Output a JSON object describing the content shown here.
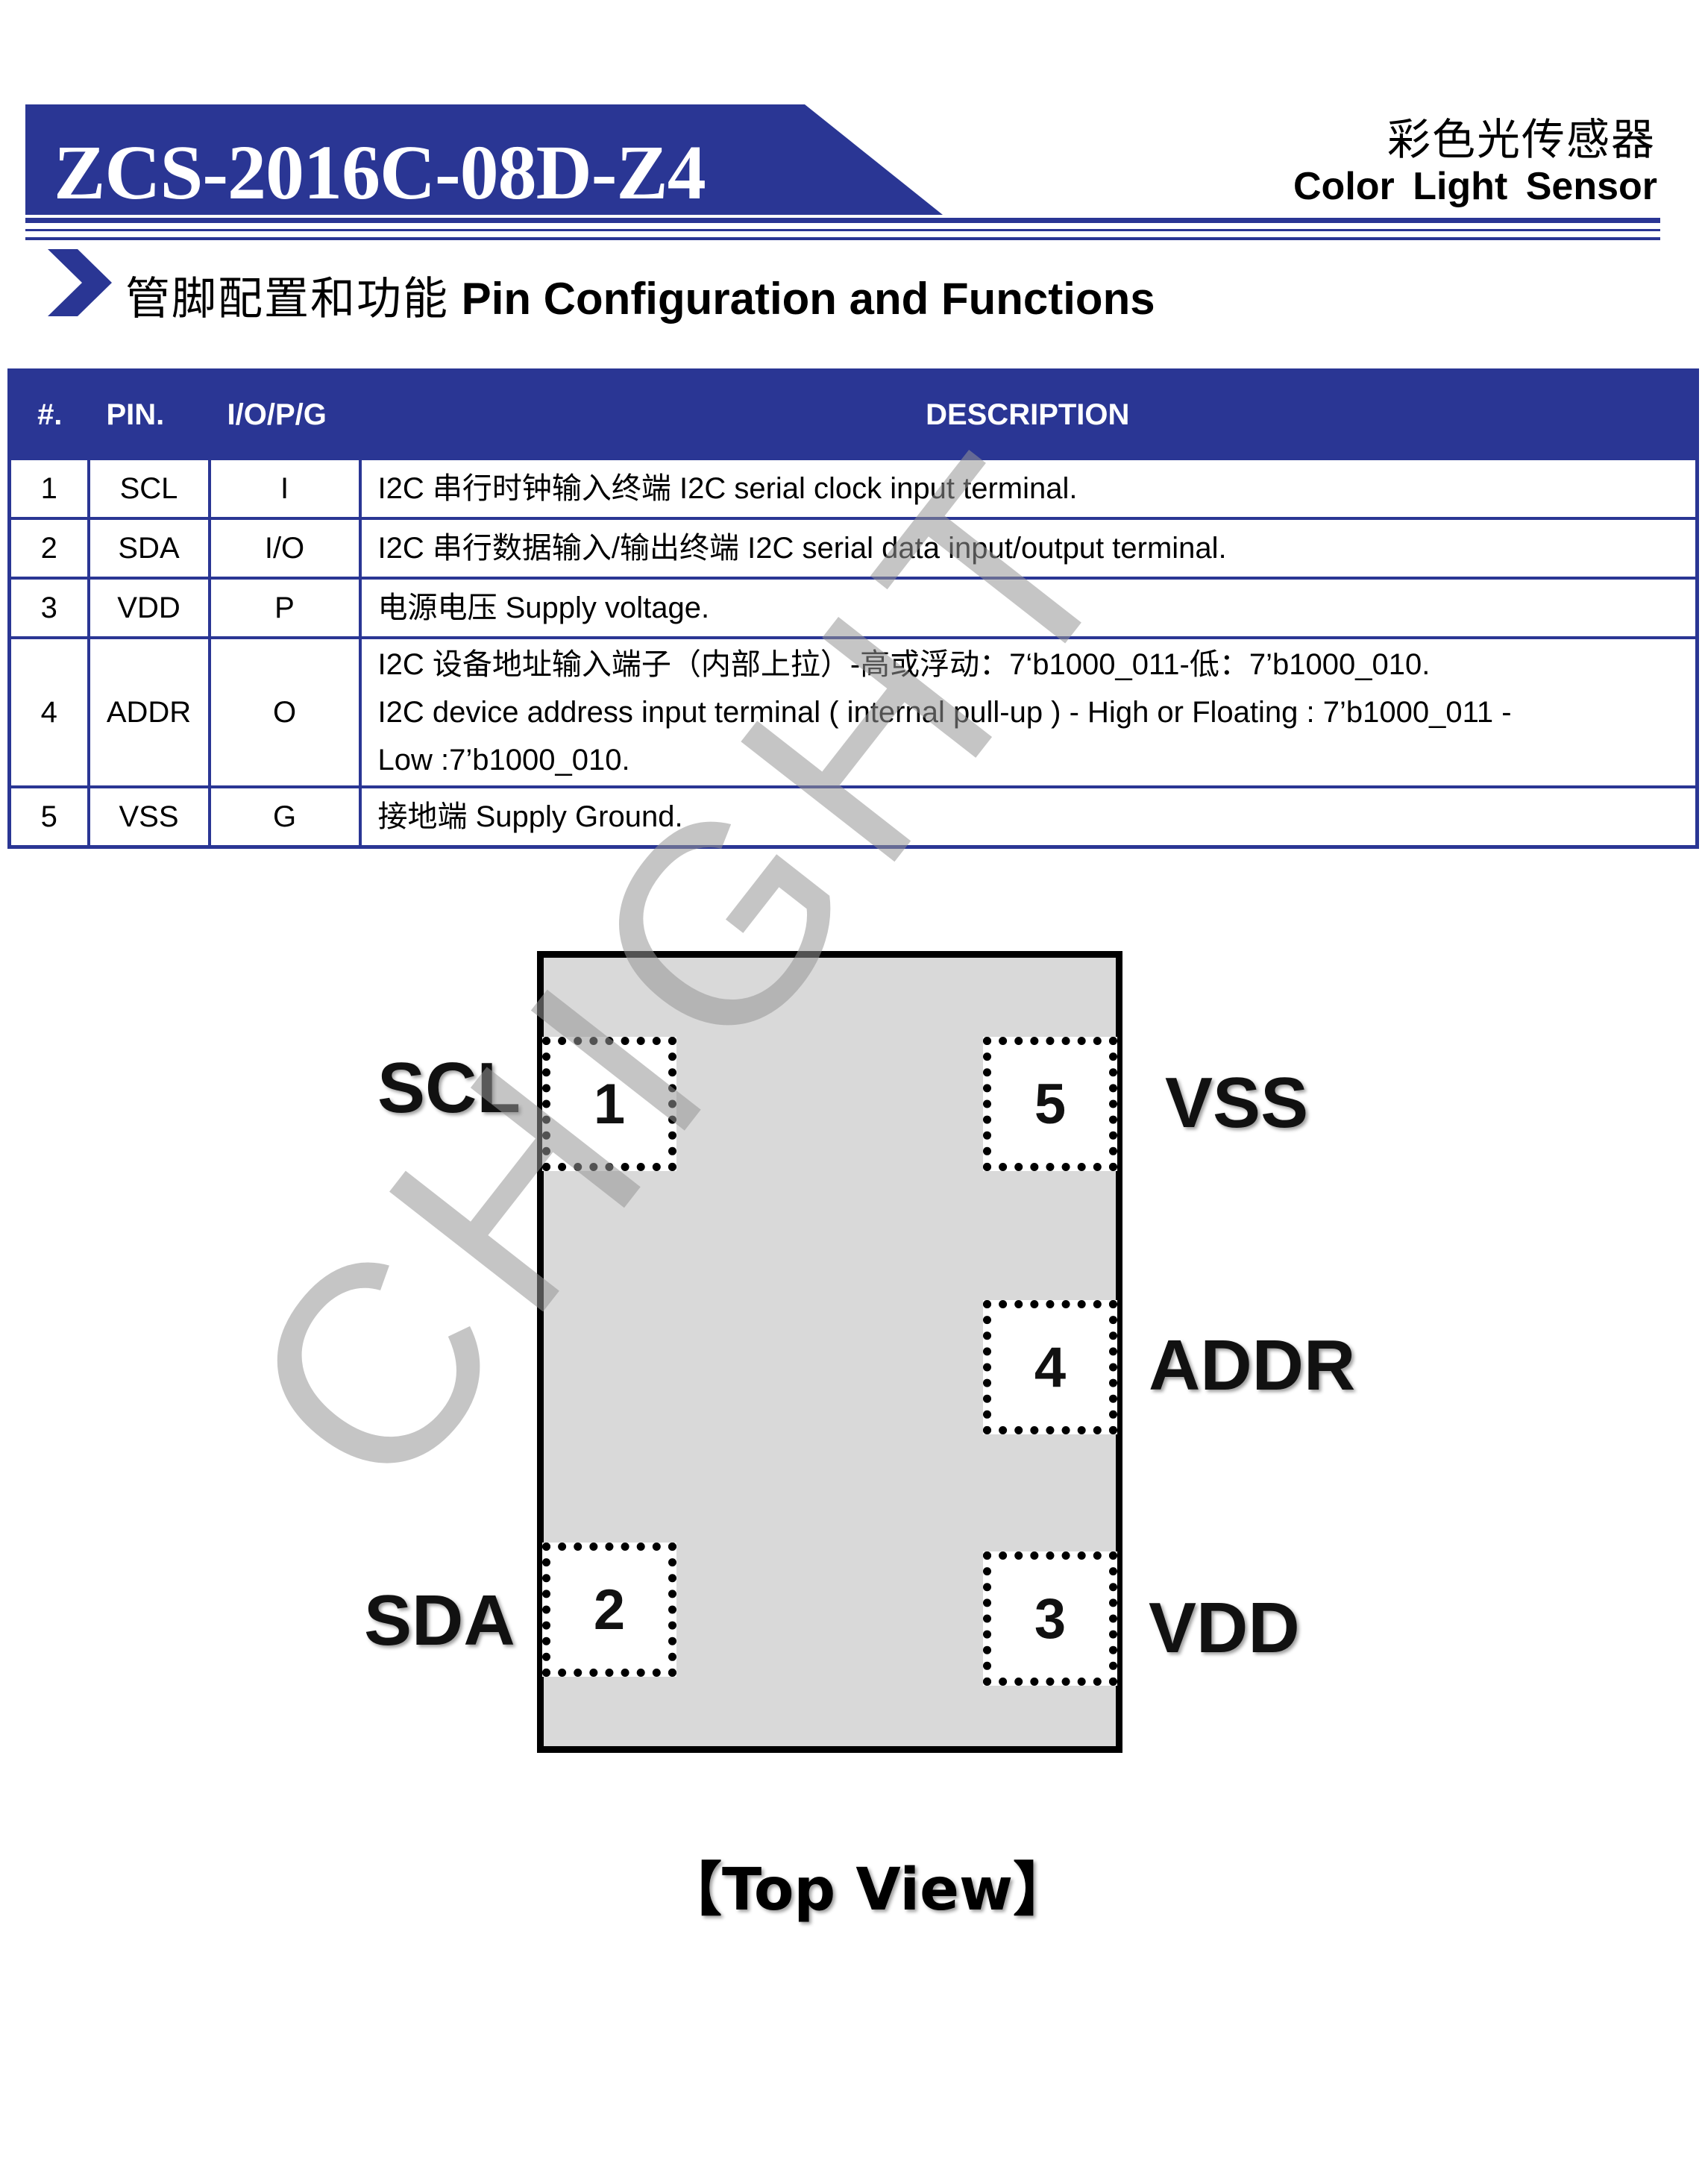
{
  "header": {
    "title": "ZCS-2016C-08D-Z4",
    "subtitle_cn": "彩色光传感器",
    "subtitle_en": "Color  Light  Sensor"
  },
  "section": {
    "heading_cn": "管脚配置和功能",
    "heading_en": "Pin Configuration and Functions"
  },
  "table": {
    "headers": [
      "#.",
      "PIN.",
      "I/O/P/G",
      "DESCRIPTION"
    ],
    "rows": [
      {
        "num": "1",
        "pin": "SCL",
        "type": "I",
        "desc": [
          "I2C 串行时钟输入终端  I2C serial clock input terminal."
        ]
      },
      {
        "num": "2",
        "pin": "SDA",
        "type": "I/O",
        "desc": [
          "I2C 串行数据输入/输出终端  I2C serial data input/output terminal."
        ]
      },
      {
        "num": "3",
        "pin": "VDD",
        "type": "P",
        "desc": [
          "电源电压  Supply voltage."
        ]
      },
      {
        "num": "4",
        "pin": "ADDR",
        "type": "O",
        "desc": [
          "I2C 设备地址输入端子（内部上拉）-高或浮动：7‘b1000_011-低：7’b1000_010.",
          "I2C device address input terminal ( internal pull-up ) - High or Floating : 7’b1000_011 -",
          "Low :7’b1000_010."
        ]
      },
      {
        "num": "5",
        "pin": "VSS",
        "type": "G",
        "desc": [
          "接地端 Supply Ground."
        ]
      }
    ]
  },
  "diagram": {
    "pads": [
      {
        "number": "1",
        "label": "SCL"
      },
      {
        "number": "2",
        "label": "SDA"
      },
      {
        "number": "3",
        "label": "VDD"
      },
      {
        "number": "4",
        "label": "ADDR"
      },
      {
        "number": "5",
        "label": "VSS"
      }
    ],
    "caption": "【Top View】"
  },
  "watermark": "CHIGHT",
  "colors": {
    "brand_blue": "#2a3694",
    "chip_fill": "#d9d9d9",
    "watermark_gray": "#969696"
  }
}
